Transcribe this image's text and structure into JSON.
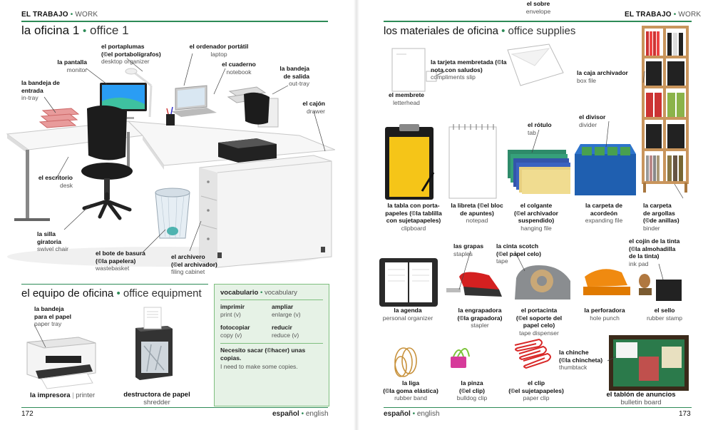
{
  "left": {
    "running_es": "EL TRABAJO",
    "running_en": "WORK",
    "title_es": "la oficina 1",
    "title_en": "office 1",
    "page_number": "172",
    "footer_es": "español",
    "footer_en": "english",
    "office_labels": {
      "monitor": {
        "es": "la pantalla",
        "en": "monitor"
      },
      "pen": {
        "es1": "el portaplumas",
        "es2": "(©el portabolígrafos)",
        "en": "desktop organizer"
      },
      "laptop": {
        "es": "el ordenador portátil",
        "en": "laptop"
      },
      "notebook": {
        "es": "el cuaderno",
        "en": "notebook"
      },
      "outtray": {
        "es1": "la bandeja",
        "es2": "de salida",
        "en": "out-tray"
      },
      "intray": {
        "es1": "la bandeja de",
        "es2": "entrada",
        "en": "in-tray"
      },
      "drawer": {
        "es": "el cajón",
        "en": "drawer"
      },
      "desk": {
        "es": "el escritorio",
        "en": "desk"
      },
      "chair": {
        "es1": "la silla",
        "es2": "giratoria",
        "en": "swivel chair"
      },
      "waste": {
        "es1": "el bote de basura",
        "es2": "(©la papelera)",
        "en": "wastebasket"
      },
      "cabinet": {
        "es1": "el archivero",
        "es2": "(©el archivador)",
        "en": "filing cabinet"
      }
    },
    "equipment_title_es": "el equipo de oficina",
    "equipment_title_en": "office equipment",
    "equipment": {
      "tray": {
        "es1": "la bandeja",
        "es2": "para el papel",
        "en": "paper tray"
      },
      "printer": {
        "es": "la impresora",
        "en": "printer"
      },
      "shredder": {
        "es": "destructora de papel",
        "en": "shredder"
      }
    },
    "vocab": {
      "head_es": "vocabulario",
      "head_en": "vocabulary",
      "items": [
        {
          "es": "imprimir",
          "en": "print (v)"
        },
        {
          "es": "ampliar",
          "en": "enlarge (v)"
        },
        {
          "es": "fotocopiar",
          "en": "copy (v)"
        },
        {
          "es": "reducir",
          "en": "reduce (v)"
        }
      ],
      "phrase_es": "Necesito sacar (©hacer) unas copias.",
      "phrase_en": "I need to make some copies."
    }
  },
  "right": {
    "running_es": "EL TRABAJO",
    "running_en": "WORK",
    "title_es": "los materiales de oficina",
    "title_en": "office supplies",
    "page_number": "173",
    "footer_es": "español",
    "footer_en": "english",
    "supplies": {
      "letterhead": {
        "es": "el membrete",
        "en": "letterhead"
      },
      "compliments": {
        "es1": "la tarjeta membretada (©la",
        "es2": "nota con saludos)",
        "en": "compliments slip"
      },
      "envelope": {
        "es": "el sobre",
        "en": "envelope"
      },
      "boxfile": {
        "es": "la caja archivador",
        "en": "box file"
      },
      "tab": {
        "es": "el rótulo",
        "en": "tab"
      },
      "divider": {
        "es": "el divisor",
        "en": "divider"
      },
      "clipboard": {
        "es1": "la tabla con porta-",
        "es2": "papeles (©la tablilla",
        "es3": "con sujetapapeles)",
        "en": "clipboard"
      },
      "notepad": {
        "es1": "la libreta (©el bloc",
        "es2": "de apuntes)",
        "en": "notepad"
      },
      "hanging": {
        "es1": "el colgante",
        "es2": "(©el archivador",
        "es3": "suspendido)",
        "en": "hanging file"
      },
      "expanding": {
        "es1": "la carpeta de",
        "es2": "acordeón",
        "en": "expanding file"
      },
      "binder": {
        "es1": "la carpeta",
        "es2": "de argollas",
        "es3": "(©de anillas)",
        "en": "binder"
      },
      "staples": {
        "es": "las grapas",
        "en": "staples"
      },
      "tape": {
        "es1": "la cinta scotch",
        "es2": "(©el papel celo)",
        "en": "tape"
      },
      "inkpad": {
        "es1": "el cojín de la tinta",
        "es2": "(©la almohadilla",
        "es3": "de la tinta)",
        "en": "ink pad"
      },
      "organizer": {
        "es": "la agenda",
        "en": "personal organizer"
      },
      "stapler": {
        "es1": "la engrapadora",
        "es2": "(©la grapadora)",
        "en": "stapler"
      },
      "dispenser": {
        "es1": "el portacinta",
        "es2": "(©el soporte del",
        "es3": "papel celo)",
        "en": "tape dispenser"
      },
      "holepunch": {
        "es": "la perforadora",
        "en": "hole punch"
      },
      "stamp": {
        "es": "el sello",
        "en": "rubber stamp"
      },
      "thumbtack": {
        "es1": "la chinche",
        "es2": "(©la chincheta)",
        "en": "thumbtack"
      },
      "rubberband": {
        "es1": "la liga",
        "es2": "(©la goma elástica)",
        "en": "rubber band"
      },
      "bulldog": {
        "es1": "la pinza",
        "es2": "(©el clip)",
        "en": "bulldog clip"
      },
      "paperclip": {
        "es1": "el clip",
        "es2": "(©el sujetapapeles)",
        "en": "paper clip"
      },
      "bulletin": {
        "es": "el tablón de anuncios",
        "en": "bulletin board"
      }
    }
  },
  "colors": {
    "accent": "#2e8b57",
    "vocab_bg": "#e6f2e6"
  }
}
